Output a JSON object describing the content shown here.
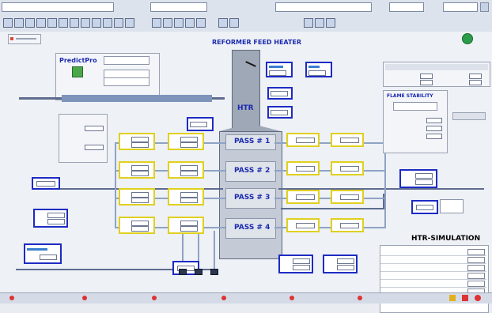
{
  "title": "REFORMER FEED HEATER",
  "htr_label": "HTR",
  "passes": [
    "PASS # 1",
    "PASS # 2",
    "PASS # 3",
    "PASS # 4"
  ],
  "predictpro_label": "PredictPro",
  "flame_stability_label": "FLAME STABILITY",
  "simulation_title": "HTR-SIMULATION",
  "colors": {
    "pipe": "#5d6c8f",
    "tag_yellow": "#e0d020",
    "tag_blue": "#1d2bc4",
    "title_blue": "#1c2bb0"
  }
}
